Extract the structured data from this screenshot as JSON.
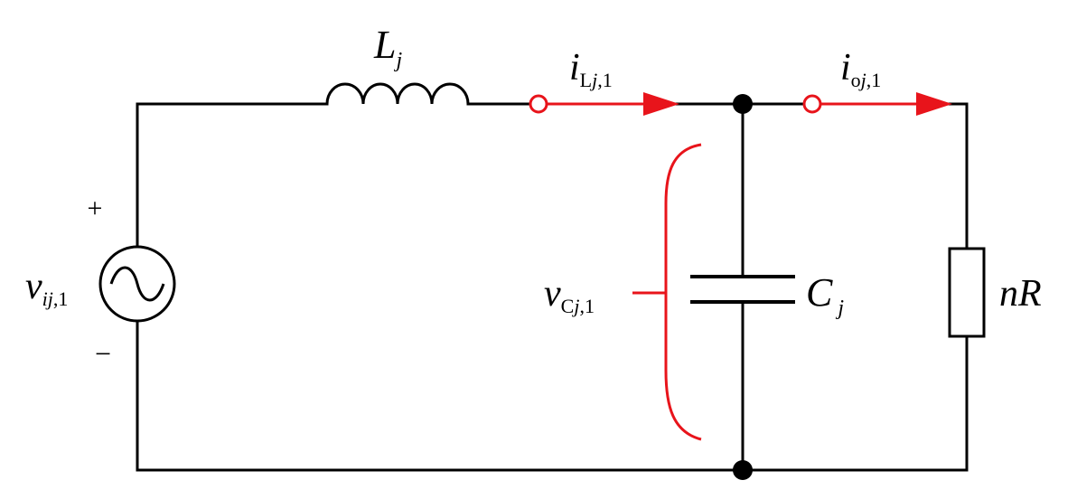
{
  "source": {
    "symbol": "v",
    "subscript_index": "ij",
    "subscript_order": ",1",
    "plus": "+",
    "minus": "−"
  },
  "inductor": {
    "symbol": "L",
    "subscript": "j"
  },
  "inductor_current": {
    "symbol": "i",
    "sub_letter": "L",
    "sub_index": "j",
    "sub_order": ",1"
  },
  "output_current": {
    "symbol": "i",
    "sub_letter": "o",
    "sub_index": "j",
    "sub_order": ",1"
  },
  "capacitor": {
    "symbol": "C",
    "subscript": "j"
  },
  "capacitor_voltage": {
    "symbol": "v",
    "sub_letter": "C",
    "sub_index": "j",
    "sub_order": ",1"
  },
  "resistor": {
    "label_n": "n",
    "label_r": "R"
  },
  "colors": {
    "wire": "#000000",
    "highlight": "#e8141b",
    "background": "#ffffff"
  }
}
